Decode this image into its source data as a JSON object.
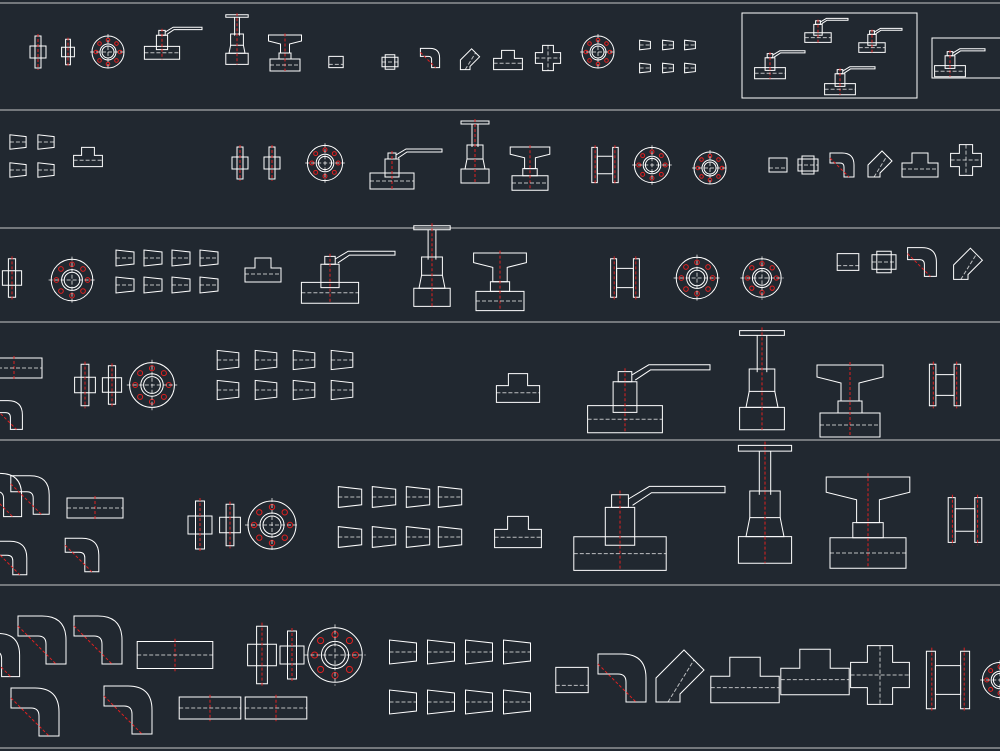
{
  "drawing": {
    "colors": {
      "background": "#212830",
      "linework": "#ffffff",
      "centerline": "#e02020",
      "separator": "#c8c8c8"
    },
    "symbol_types": [
      "flange-face",
      "flange-side",
      "double-flange",
      "ball-valve",
      "gate-valve",
      "butterfly-valve",
      "reducer",
      "tee",
      "elbow",
      "elbow-45",
      "cross",
      "cap",
      "union",
      "pipe-segment"
    ]
  }
}
